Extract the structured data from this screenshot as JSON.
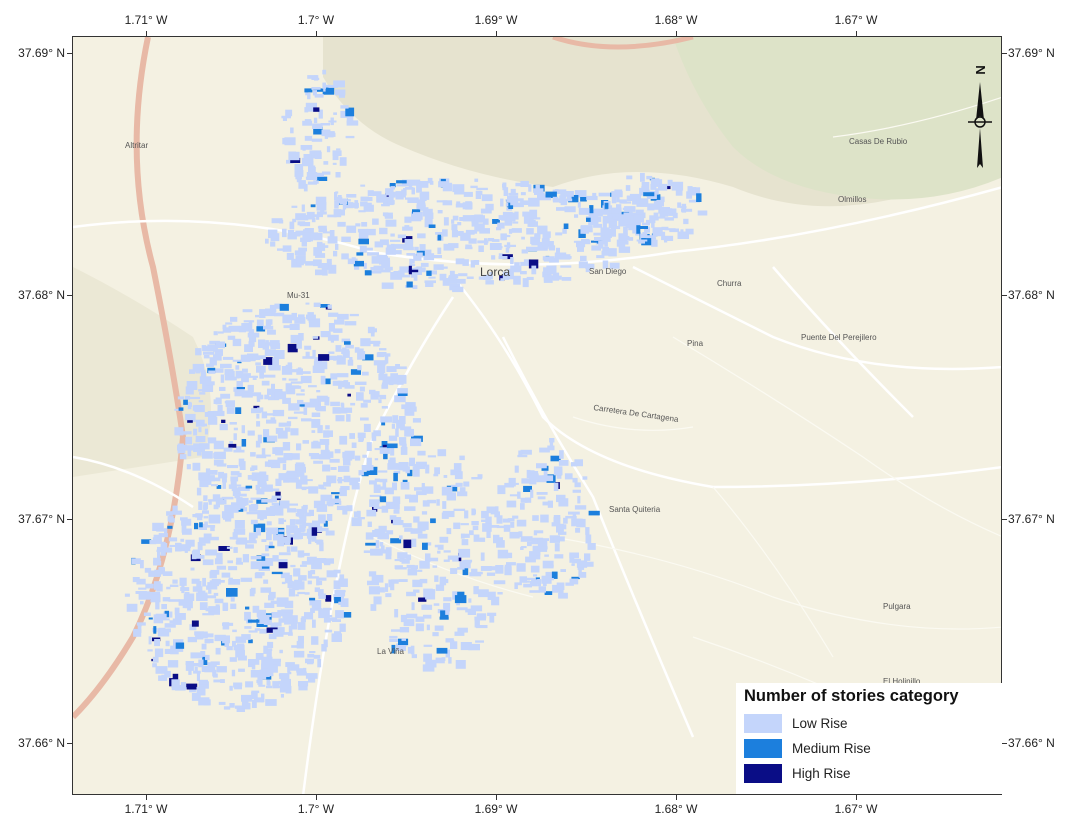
{
  "axes": {
    "longitude_ticks": [
      "1.71° W",
      "1.7° W",
      "1.69° W",
      "1.68° W",
      "1.67° W"
    ],
    "latitude_ticks": [
      "37.69° N",
      "37.68° N",
      "37.67° N",
      "37.66° N"
    ]
  },
  "map_labels": [
    {
      "id": "lorca",
      "text": "Lorca"
    },
    {
      "id": "san-diego",
      "text": "San Diego"
    },
    {
      "id": "churra",
      "text": "Churra"
    },
    {
      "id": "pina",
      "text": "Pina"
    },
    {
      "id": "puente-del-perejilero",
      "text": "Puente Del Perejilero"
    },
    {
      "id": "santa-quiteria",
      "text": "Santa Quiteria"
    },
    {
      "id": "pulgara",
      "text": "Pulgara"
    },
    {
      "id": "olmillos",
      "text": "Olmillos"
    },
    {
      "id": "casas-de-rubio",
      "text": "Casas De Rubio"
    },
    {
      "id": "altritar",
      "text": "Altritar"
    },
    {
      "id": "el-holinillo",
      "text": "El Holinillo"
    },
    {
      "id": "la-vina",
      "text": "La Viña"
    },
    {
      "id": "carretera-de-cartagena",
      "text": "Carretera De Cartagena"
    },
    {
      "id": "mu-31",
      "text": "Mu-31"
    }
  ],
  "legend": {
    "title": "Number of stories category",
    "items": [
      {
        "label": "Low Rise",
        "color": "#c4d5fb"
      },
      {
        "label": "Medium Rise",
        "color": "#1c7fdd"
      },
      {
        "label": "High Rise",
        "color": "#0a0d86"
      }
    ]
  },
  "north_arrow": {
    "letter": "N",
    "icon": "north-arrow-icon"
  },
  "colors": {
    "background": "#f4f1e2",
    "hills": "#e7e4d0",
    "green_area": "#dfe5cc",
    "highway": "#e8b9a6",
    "road": "#ffffff"
  }
}
